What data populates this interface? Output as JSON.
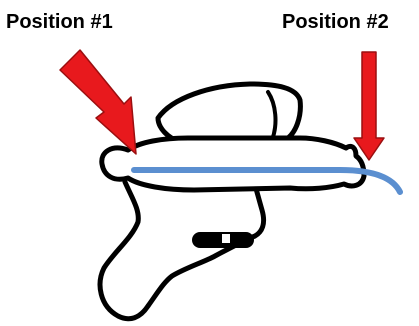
{
  "labels": {
    "position_1": "Position #1",
    "position_2": "Position #2"
  },
  "colors": {
    "arrow": "#e8191d",
    "arrow_outline": "#9b0f10",
    "line": "#5b8fd0",
    "outline": "#000000",
    "background": "#ffffff"
  },
  "icons": {
    "device": "handheld-nozzle-gun-outline",
    "pointer": "down-right-arrow"
  }
}
